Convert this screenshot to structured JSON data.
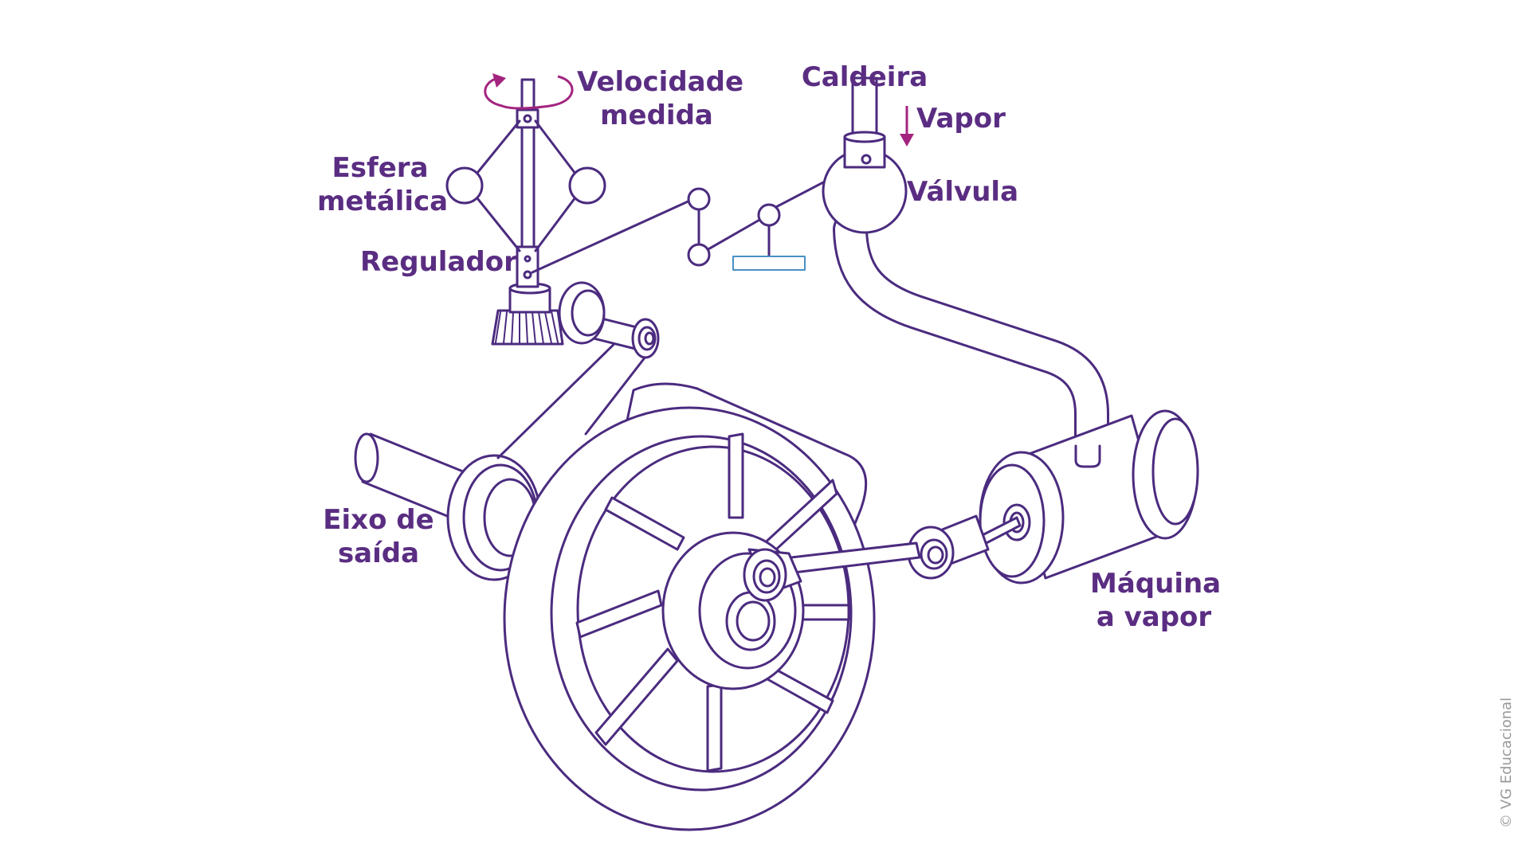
{
  "labels": {
    "velocidade": [
      "Velocidade",
      "medida"
    ],
    "caldeira": "Caldeira",
    "vapor": "Vapor",
    "esfera": [
      "Esfera",
      "metálica"
    ],
    "valvula": "Válvula",
    "regulador": "Regulador",
    "eixo": [
      "Eixo de",
      "saída"
    ],
    "maquina": [
      "Máquina",
      "a vapor"
    ]
  },
  "credit": "© VG Educacional",
  "colors": {
    "line": "#4b2b7f",
    "label": "#5a2d82",
    "arrow": "#a3247f",
    "lever": "#4a90c4",
    "credit": "#9a9a9a"
  }
}
